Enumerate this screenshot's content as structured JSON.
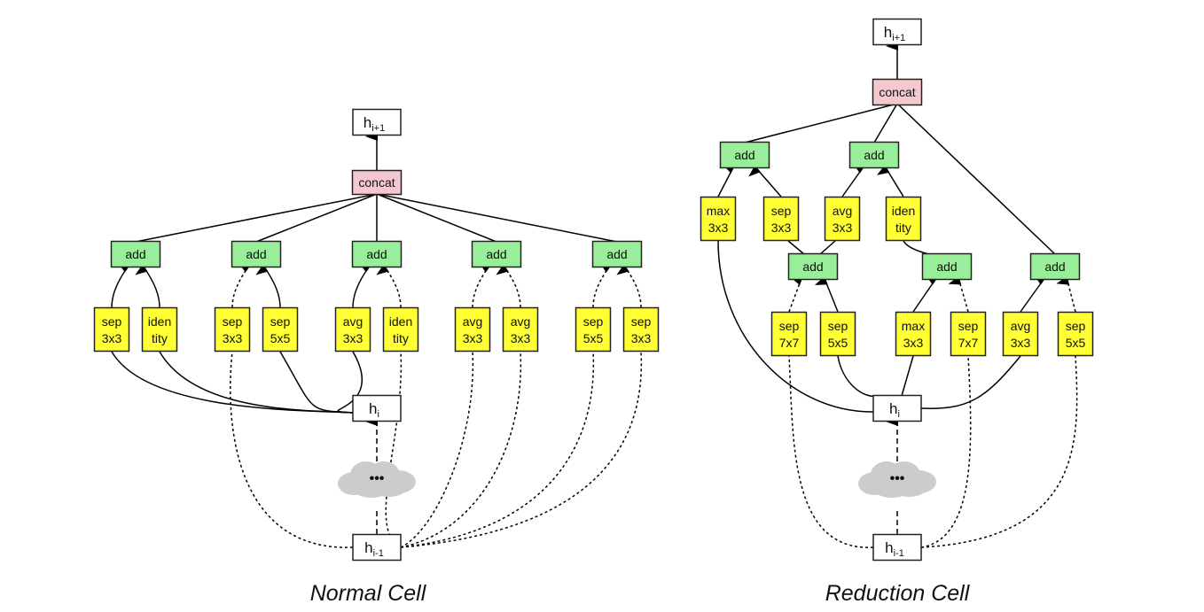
{
  "colors": {
    "op": "#ffff33",
    "add": "#99ee99",
    "concat": "#f5c8d0",
    "state": "#ffffff",
    "cloud": "#cccccc",
    "edge": "#000000"
  },
  "cells": [
    {
      "id": "normal",
      "caption": "Normal Cell",
      "output": {
        "base": "h",
        "sub": "i+1"
      },
      "concat_label": "concat",
      "h_i": {
        "base": "h",
        "sub": "i"
      },
      "h_prev": {
        "base": "h",
        "sub": "i-1"
      },
      "cloud_label": "•••",
      "adds": [
        {
          "label": "add",
          "ops": [
            {
              "l1": "sep",
              "l2": "3x3",
              "input": "h_i"
            },
            {
              "l1": "iden",
              "l2": "tity",
              "input": "h_i"
            }
          ]
        },
        {
          "label": "add",
          "ops": [
            {
              "l1": "sep",
              "l2": "3x3",
              "input": "h_prev"
            },
            {
              "l1": "sep",
              "l2": "5x5",
              "input": "h_i"
            }
          ]
        },
        {
          "label": "add",
          "ops": [
            {
              "l1": "avg",
              "l2": "3x3",
              "input": "h_i"
            },
            {
              "l1": "iden",
              "l2": "tity",
              "input": "h_prev"
            }
          ]
        },
        {
          "label": "add",
          "ops": [
            {
              "l1": "avg",
              "l2": "3x3",
              "input": "h_prev"
            },
            {
              "l1": "avg",
              "l2": "3x3",
              "input": "h_prev"
            }
          ]
        },
        {
          "label": "add",
          "ops": [
            {
              "l1": "sep",
              "l2": "5x5",
              "input": "h_prev"
            },
            {
              "l1": "sep",
              "l2": "3x3",
              "input": "h_prev"
            }
          ]
        }
      ]
    },
    {
      "id": "reduction",
      "caption": "Reduction Cell",
      "output": {
        "base": "h",
        "sub": "i+1"
      },
      "concat_label": "concat",
      "h_i": {
        "base": "h",
        "sub": "i"
      },
      "h_prev": {
        "base": "h",
        "sub": "i-1"
      },
      "cloud_label": "•••",
      "lower_adds": [
        {
          "label": "add",
          "ops": [
            {
              "l1": "sep",
              "l2": "7x7",
              "input": "h_prev"
            },
            {
              "l1": "sep",
              "l2": "5x5",
              "input": "h_i"
            }
          ]
        },
        {
          "label": "add",
          "ops": [
            {
              "l1": "max",
              "l2": "3x3",
              "input": "h_i"
            },
            {
              "l1": "sep",
              "l2": "7x7",
              "input": "h_prev"
            }
          ]
        },
        {
          "label": "add",
          "ops": [
            {
              "l1": "avg",
              "l2": "3x3",
              "input": "h_i"
            },
            {
              "l1": "sep",
              "l2": "5x5",
              "input": "h_prev"
            }
          ]
        }
      ],
      "upper_adds": [
        {
          "label": "add",
          "ops": [
            {
              "l1": "max",
              "l2": "3x3",
              "input": "h_i"
            },
            {
              "l1": "sep",
              "l2": "3x3",
              "input": "add_0"
            }
          ]
        },
        {
          "label": "add",
          "ops": [
            {
              "l1": "avg",
              "l2": "3x3",
              "input": "add_0"
            },
            {
              "l1": "iden",
              "l2": "tity",
              "input": "add_1"
            }
          ]
        }
      ]
    }
  ]
}
